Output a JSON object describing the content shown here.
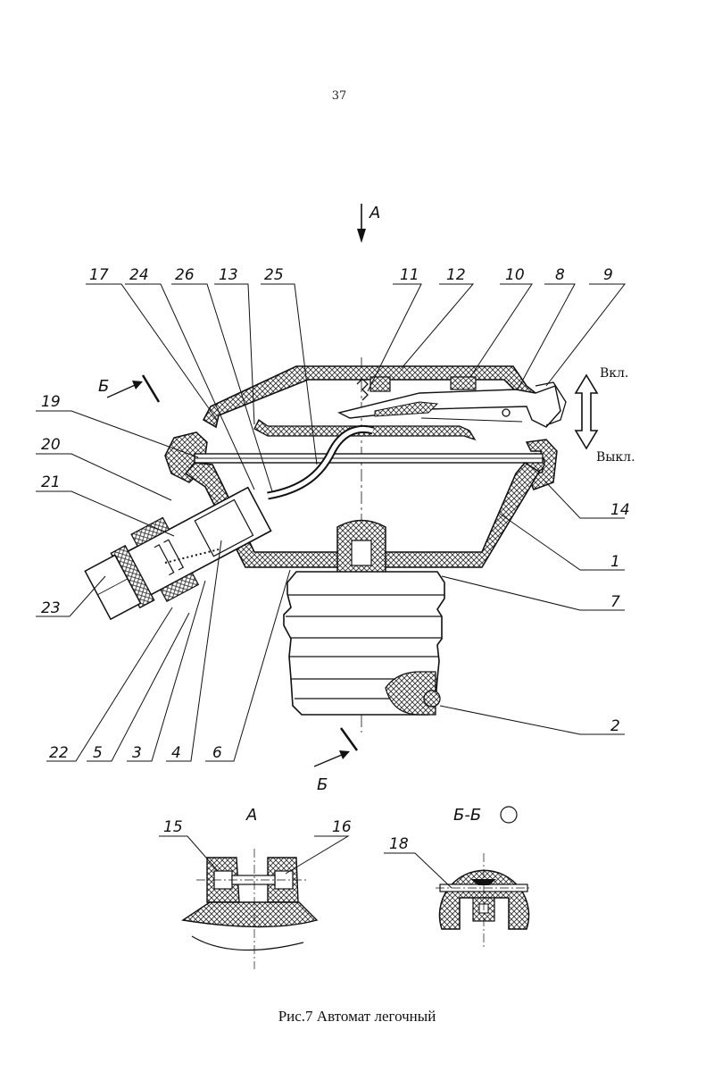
{
  "page": {
    "number": "37"
  },
  "caption": "Рис.7 Автомат легочный",
  "view_marks": {
    "arrow_a": "А",
    "section_b_top": "Б",
    "section_b_bottom": "Б"
  },
  "switch_labels": {
    "on": "Вкл.",
    "off": "Выкл."
  },
  "parts": {
    "p1": "1",
    "p2": "2",
    "p3": "3",
    "p4": "4",
    "p5": "5",
    "p6": "6",
    "p7": "7",
    "p8": "8",
    "p9": "9",
    "p10": "10",
    "p11": "11",
    "p12": "12",
    "p13": "13",
    "p14": "14",
    "p15": "15",
    "p16": "16",
    "p17": "17",
    "p18": "18",
    "p19": "19",
    "p20": "20",
    "p21": "21",
    "p22": "22",
    "p23": "23",
    "p24": "24",
    "p25": "25",
    "p26": "26"
  },
  "details": {
    "view_a": "А",
    "section_bb": "Б-Б"
  }
}
